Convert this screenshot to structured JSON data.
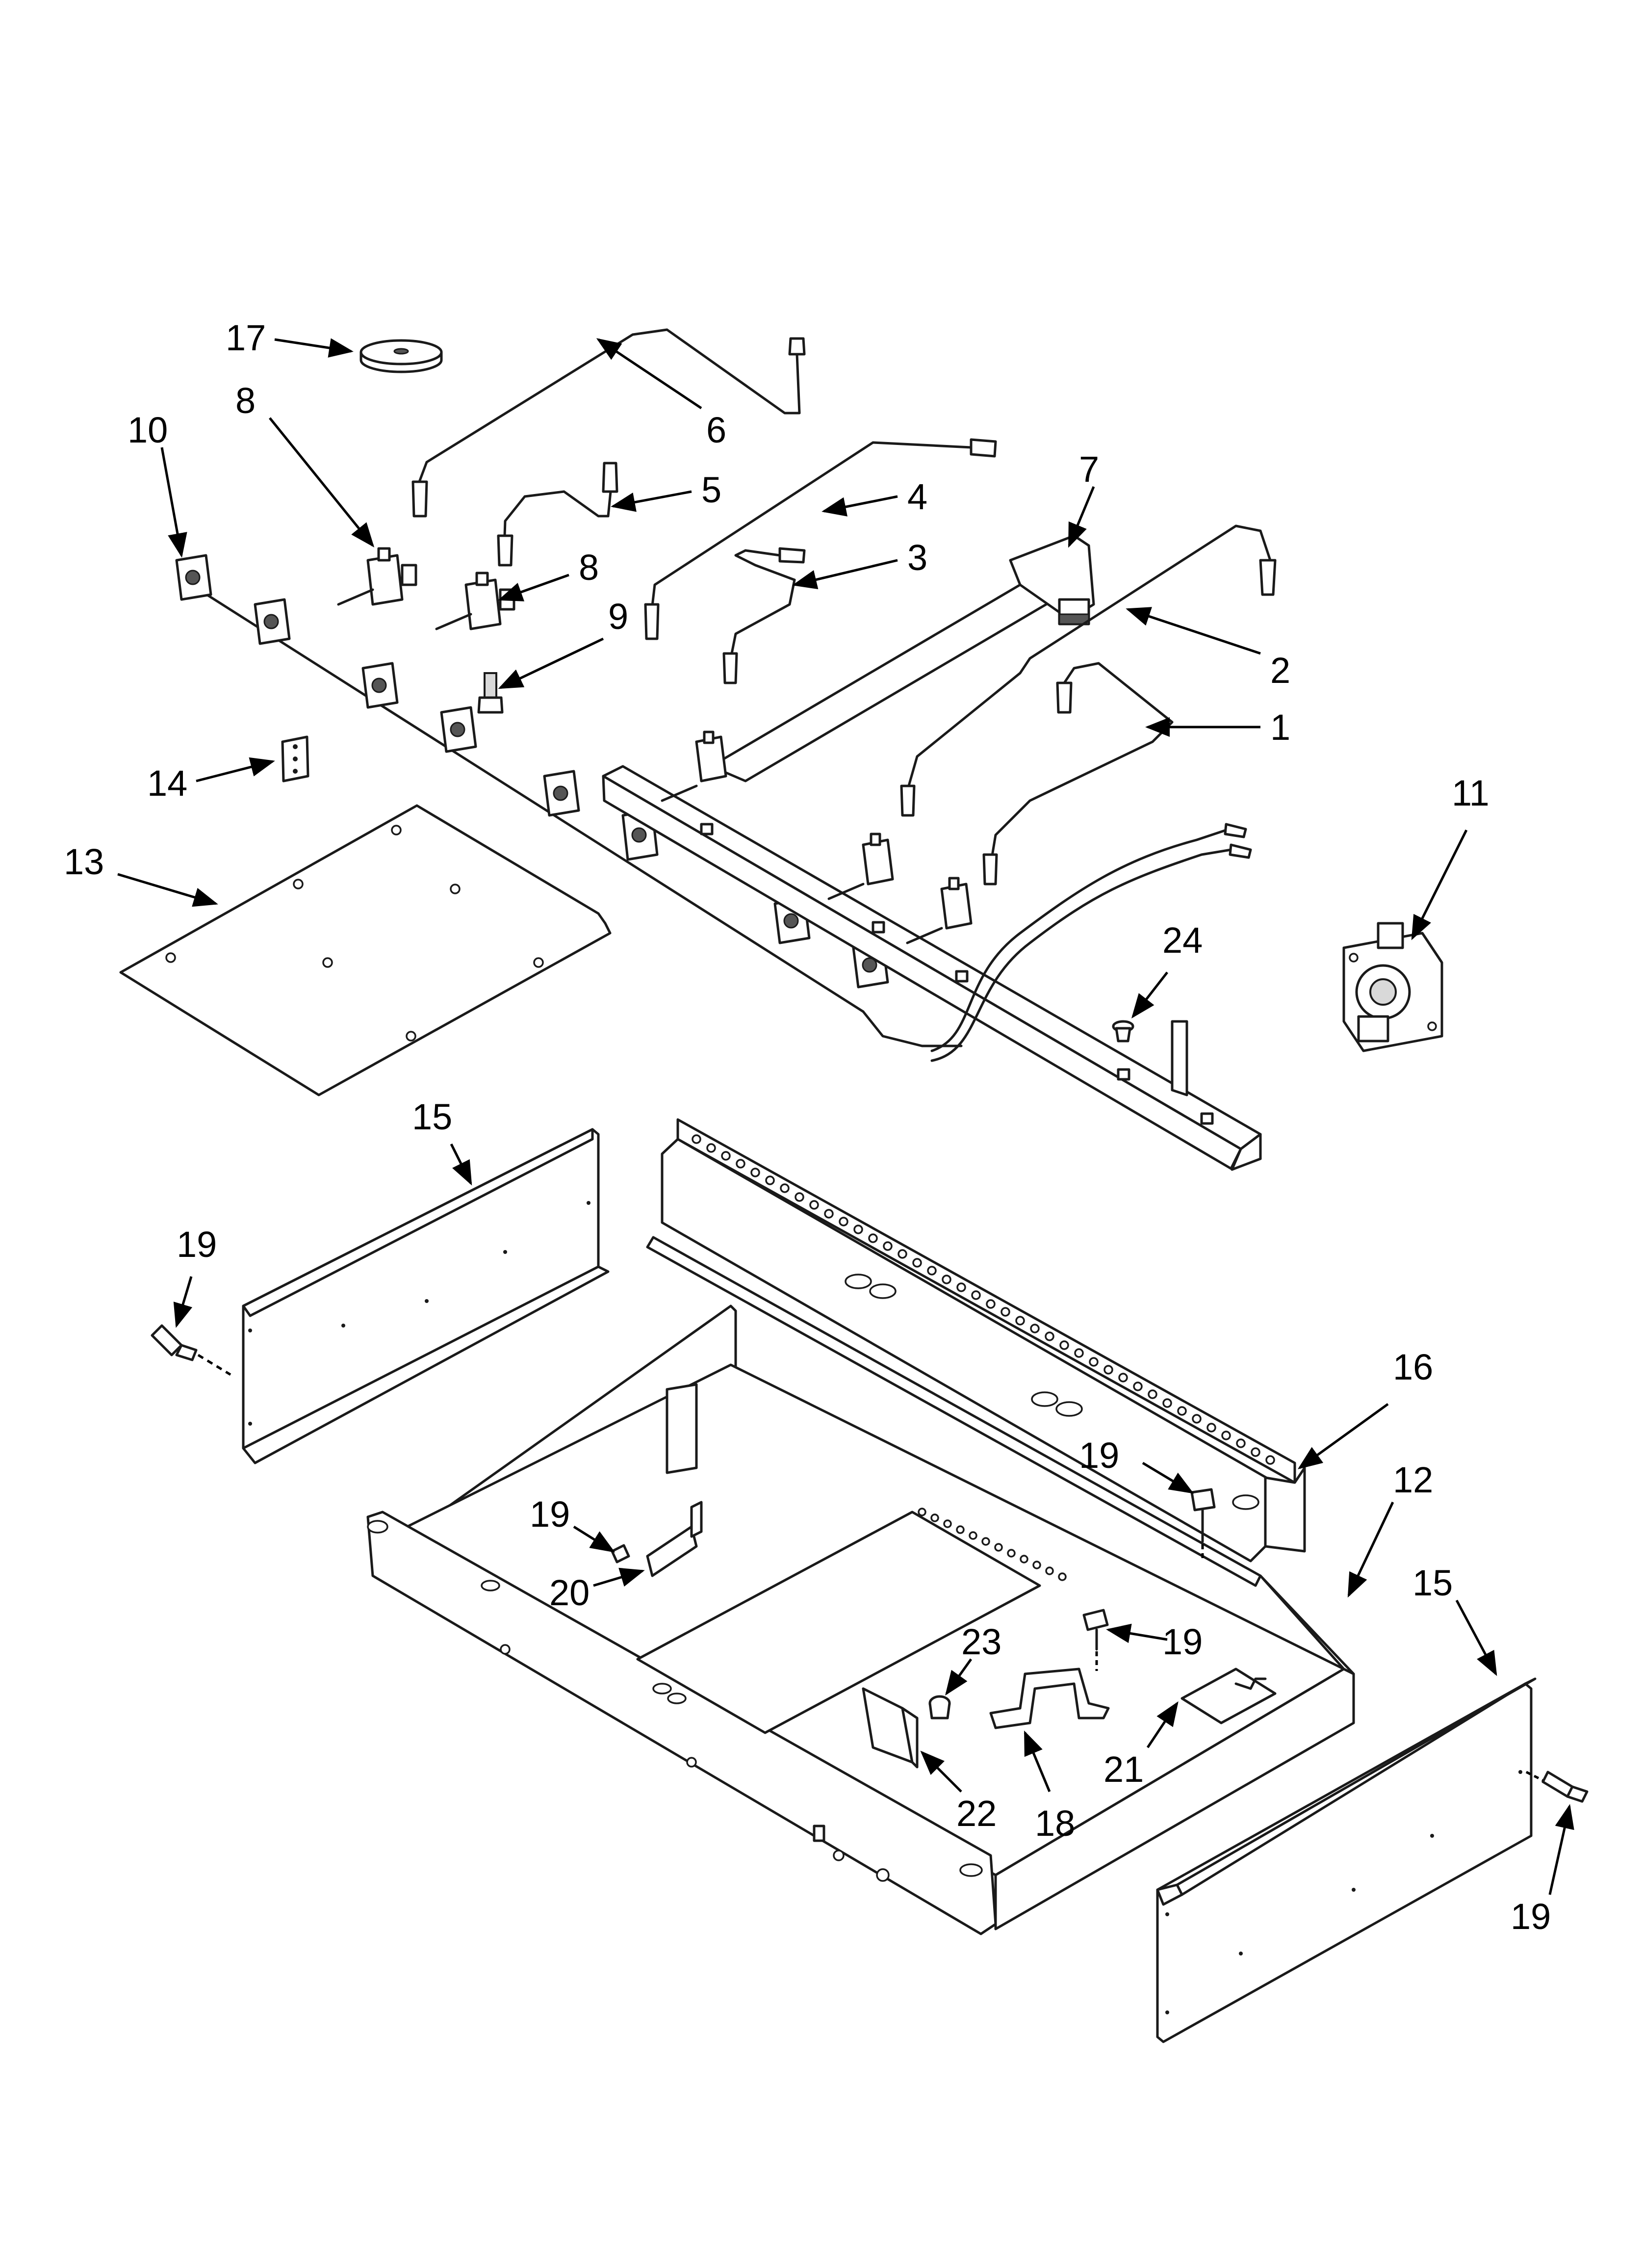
{
  "callouts": [
    {
      "id": "c1",
      "label": "1"
    },
    {
      "id": "c2",
      "label": "2"
    },
    {
      "id": "c3",
      "label": "3"
    },
    {
      "id": "c4",
      "label": "4"
    },
    {
      "id": "c5",
      "label": "5"
    },
    {
      "id": "c6",
      "label": "6"
    },
    {
      "id": "c7",
      "label": "7"
    },
    {
      "id": "c8a",
      "label": "8"
    },
    {
      "id": "c8b",
      "label": "8"
    },
    {
      "id": "c9",
      "label": "9"
    },
    {
      "id": "c10",
      "label": "10"
    },
    {
      "id": "c11",
      "label": "11"
    },
    {
      "id": "c12",
      "label": "12"
    },
    {
      "id": "c13",
      "label": "13"
    },
    {
      "id": "c14",
      "label": "14"
    },
    {
      "id": "c15a",
      "label": "15"
    },
    {
      "id": "c15b",
      "label": "15"
    },
    {
      "id": "c16",
      "label": "16"
    },
    {
      "id": "c17",
      "label": "17"
    },
    {
      "id": "c18",
      "label": "18"
    },
    {
      "id": "c19a",
      "label": "19"
    },
    {
      "id": "c19b",
      "label": "19"
    },
    {
      "id": "c19c",
      "label": "19"
    },
    {
      "id": "c19d",
      "label": "19"
    },
    {
      "id": "c19e",
      "label": "19"
    },
    {
      "id": "c20",
      "label": "20"
    },
    {
      "id": "c21",
      "label": "21"
    },
    {
      "id": "c22",
      "label": "22"
    },
    {
      "id": "c23",
      "label": "23"
    },
    {
      "id": "c24",
      "label": "24"
    }
  ]
}
